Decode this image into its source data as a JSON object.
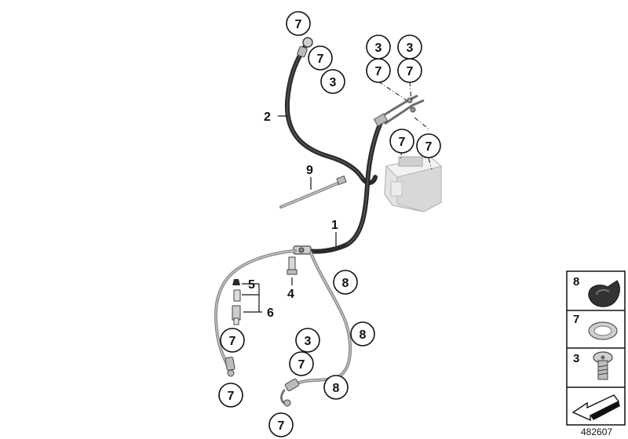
{
  "callouts": [
    {
      "id": "c-7a",
      "text": "7"
    },
    {
      "id": "c-7b",
      "text": "7"
    },
    {
      "id": "c-3a",
      "text": "3"
    },
    {
      "id": "c-3b",
      "text": "3"
    },
    {
      "id": "c-3c",
      "text": "3"
    },
    {
      "id": "c-7c",
      "text": "7"
    },
    {
      "id": "c-7d",
      "text": "7"
    },
    {
      "id": "c-7e",
      "text": "7"
    },
    {
      "id": "c-7f",
      "text": "7"
    },
    {
      "id": "c-8a",
      "text": "8"
    },
    {
      "id": "c-8b",
      "text": "8"
    },
    {
      "id": "c-8c",
      "text": "8"
    },
    {
      "id": "c-7g",
      "text": "7"
    },
    {
      "id": "c-3d",
      "text": "3"
    },
    {
      "id": "c-7h",
      "text": "7"
    },
    {
      "id": "c-7i",
      "text": "7"
    },
    {
      "id": "c-7j",
      "text": "7"
    }
  ],
  "labels": {
    "l1": "1",
    "l2": "2",
    "l4": "4",
    "l5": "5",
    "l6": "6",
    "l9": "9"
  },
  "legend": [
    {
      "num": "8",
      "icon": "clip-icon"
    },
    {
      "num": "7",
      "icon": "sealing-ring-icon"
    },
    {
      "num": "3",
      "icon": "banjo-bolt-icon"
    },
    {
      "num": "",
      "icon": "arrow-icon"
    }
  ],
  "reference_number": "482607",
  "colors": {
    "hose": "#2b2b2b",
    "brake_line": "#8a8a8a",
    "modulator": "#e4e4e4"
  }
}
